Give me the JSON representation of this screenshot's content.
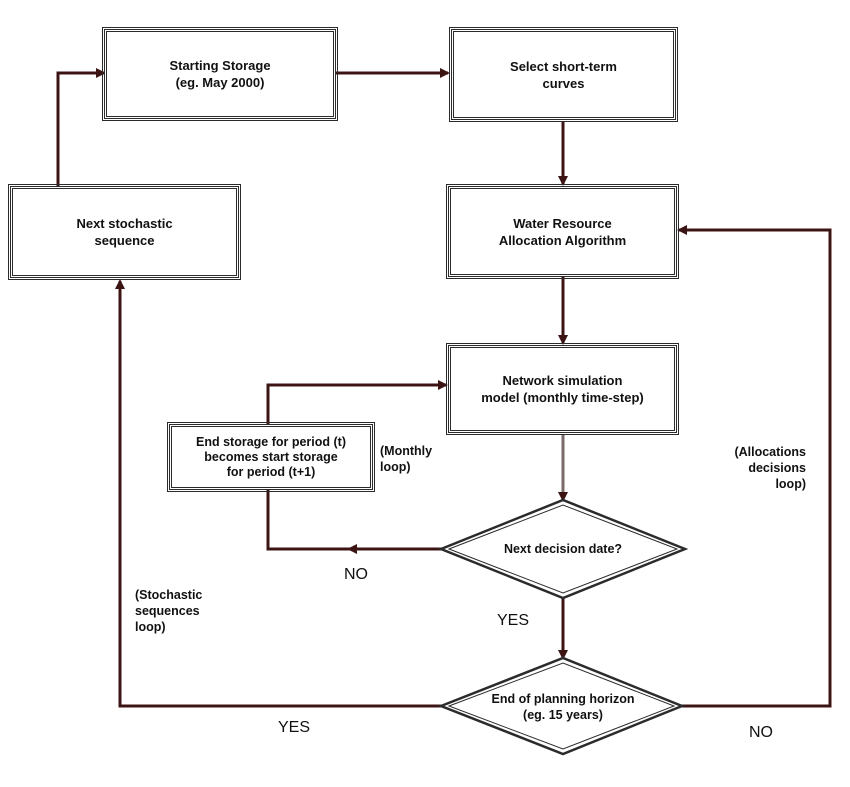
{
  "nodes": {
    "starting_storage": "Starting Storage\n(eg. May 2000)",
    "select_curves": "Select short-term\ncurves",
    "next_stochastic": "Next stochastic\nsequence",
    "allocation_algorithm": "Water Resource\nAllocation Algorithm",
    "network_simulation": "Network simulation\nmodel (monthly time-step)",
    "end_storage": "End storage for period (t)\nbecomes start storage\nfor period (t+1)",
    "next_decision": "Next decision date?",
    "end_planning": "End of planning horizon\n(eg. 15 years)"
  },
  "labels": {
    "monthly_loop": "(Monthly\nloop)",
    "allocations_loop": "(Allocations\ndecisions\nloop)",
    "stochastic_loop": "(Stochastic\nsequences\nloop)",
    "no_decision": "NO",
    "yes_decision": "YES",
    "yes_horizon": "YES",
    "no_horizon": "NO"
  },
  "colors": {
    "arrow": "#3d1414",
    "border": "#2b2b2b"
  }
}
